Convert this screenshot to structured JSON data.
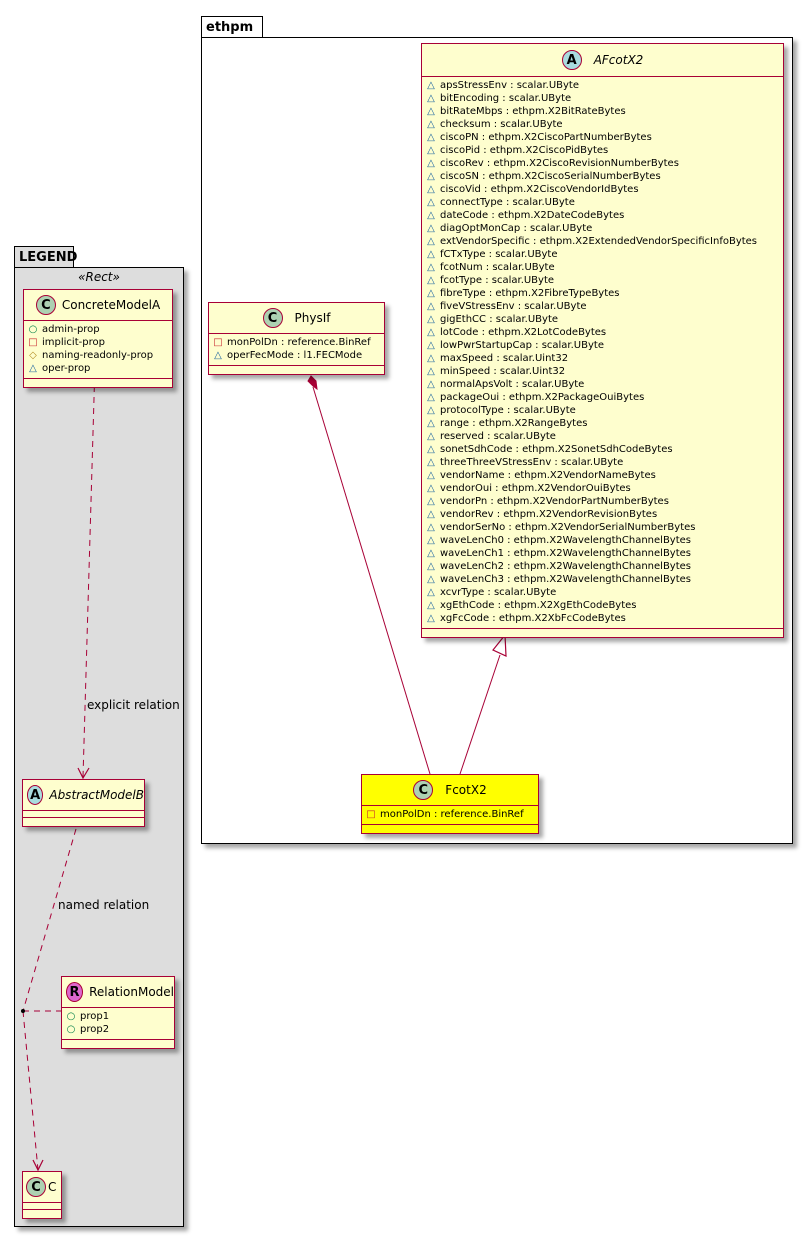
{
  "legend": {
    "package_name": "LEGEND",
    "stereotype": "«Rect»",
    "concrete_model": {
      "kind": "C",
      "name": "ConcreteModelA",
      "attributes": [
        {
          "visibility": "public",
          "symbol": "○",
          "text": "admin-prop"
        },
        {
          "visibility": "private",
          "symbol": "□",
          "text": "implicit-prop"
        },
        {
          "visibility": "protected",
          "symbol": "◇",
          "text": "naming-readonly-prop"
        },
        {
          "visibility": "package",
          "symbol": "△",
          "text": "oper-prop"
        }
      ]
    },
    "abstract_model": {
      "kind": "A",
      "name": "AbstractModelB"
    },
    "relation_model": {
      "kind": "R",
      "name": "RelationModel",
      "attributes": [
        {
          "visibility": "public",
          "symbol": "○",
          "text": "prop1"
        },
        {
          "visibility": "public",
          "symbol": "○",
          "text": "prop2"
        }
      ]
    },
    "class_c": {
      "kind": "C",
      "name": "C"
    },
    "explicit_relation_label": "explicit relation",
    "named_relation_label": "named relation"
  },
  "ethpm": {
    "package_name": "ethpm",
    "physif": {
      "kind": "C",
      "name": "PhysIf",
      "attributes": [
        {
          "visibility": "private",
          "symbol": "□",
          "text": "monPolDn : reference.BinRef"
        },
        {
          "visibility": "package",
          "symbol": "△",
          "text": "operFecMode : l1.FECMode"
        }
      ]
    },
    "afcotx2": {
      "kind": "A",
      "name": "AFcotX2",
      "attributes": [
        {
          "visibility": "package",
          "symbol": "△",
          "text": "apsStressEnv : scalar.UByte"
        },
        {
          "visibility": "package",
          "symbol": "△",
          "text": "bitEncoding : scalar.UByte"
        },
        {
          "visibility": "package",
          "symbol": "△",
          "text": "bitRateMbps : ethpm.X2BitRateBytes"
        },
        {
          "visibility": "package",
          "symbol": "△",
          "text": "checksum : scalar.UByte"
        },
        {
          "visibility": "package",
          "symbol": "△",
          "text": "ciscoPN : ethpm.X2CiscoPartNumberBytes"
        },
        {
          "visibility": "package",
          "symbol": "△",
          "text": "ciscoPid : ethpm.X2CiscoPidBytes"
        },
        {
          "visibility": "package",
          "symbol": "△",
          "text": "ciscoRev : ethpm.X2CiscoRevisionNumberBytes"
        },
        {
          "visibility": "package",
          "symbol": "△",
          "text": "ciscoSN : ethpm.X2CiscoSerialNumberBytes"
        },
        {
          "visibility": "package",
          "symbol": "△",
          "text": "ciscoVid : ethpm.X2CiscoVendorIdBytes"
        },
        {
          "visibility": "package",
          "symbol": "△",
          "text": "connectType : scalar.UByte"
        },
        {
          "visibility": "package",
          "symbol": "△",
          "text": "dateCode : ethpm.X2DateCodeBytes"
        },
        {
          "visibility": "package",
          "symbol": "△",
          "text": "diagOptMonCap : scalar.UByte"
        },
        {
          "visibility": "package",
          "symbol": "△",
          "text": "extVendorSpecific : ethpm.X2ExtendedVendorSpecificInfoBytes"
        },
        {
          "visibility": "package",
          "symbol": "△",
          "text": "fCTxType : scalar.UByte"
        },
        {
          "visibility": "package",
          "symbol": "△",
          "text": "fcotNum : scalar.UByte"
        },
        {
          "visibility": "package",
          "symbol": "△",
          "text": "fcotType : scalar.UByte"
        },
        {
          "visibility": "package",
          "symbol": "△",
          "text": "fibreType : ethpm.X2FibreTypeBytes"
        },
        {
          "visibility": "package",
          "symbol": "△",
          "text": "fiveVStressEnv : scalar.UByte"
        },
        {
          "visibility": "package",
          "symbol": "△",
          "text": "gigEthCC : scalar.UByte"
        },
        {
          "visibility": "package",
          "symbol": "△",
          "text": "lotCode : ethpm.X2LotCodeBytes"
        },
        {
          "visibility": "package",
          "symbol": "△",
          "text": "lowPwrStartupCap : scalar.UByte"
        },
        {
          "visibility": "package",
          "symbol": "△",
          "text": "maxSpeed : scalar.Uint32"
        },
        {
          "visibility": "package",
          "symbol": "△",
          "text": "minSpeed : scalar.Uint32"
        },
        {
          "visibility": "package",
          "symbol": "△",
          "text": "normalApsVolt : scalar.UByte"
        },
        {
          "visibility": "package",
          "symbol": "△",
          "text": "packageOui : ethpm.X2PackageOuiBytes"
        },
        {
          "visibility": "package",
          "symbol": "△",
          "text": "protocolType : scalar.UByte"
        },
        {
          "visibility": "package",
          "symbol": "△",
          "text": "range : ethpm.X2RangeBytes"
        },
        {
          "visibility": "package",
          "symbol": "△",
          "text": "reserved : scalar.UByte"
        },
        {
          "visibility": "package",
          "symbol": "△",
          "text": "sonetSdhCode : ethpm.X2SonetSdhCodeBytes"
        },
        {
          "visibility": "package",
          "symbol": "△",
          "text": "threeThreeVStressEnv : scalar.UByte"
        },
        {
          "visibility": "package",
          "symbol": "△",
          "text": "vendorName : ethpm.X2VendorNameBytes"
        },
        {
          "visibility": "package",
          "symbol": "△",
          "text": "vendorOui : ethpm.X2VendorOuiBytes"
        },
        {
          "visibility": "package",
          "symbol": "△",
          "text": "vendorPn : ethpm.X2VendorPartNumberBytes"
        },
        {
          "visibility": "package",
          "symbol": "△",
          "text": "vendorRev : ethpm.X2VendorRevisionBytes"
        },
        {
          "visibility": "package",
          "symbol": "△",
          "text": "vendorSerNo : ethpm.X2VendorSerialNumberBytes"
        },
        {
          "visibility": "package",
          "symbol": "△",
          "text": "waveLenCh0 : ethpm.X2WavelengthChannelBytes"
        },
        {
          "visibility": "package",
          "symbol": "△",
          "text": "waveLenCh1 : ethpm.X2WavelengthChannelBytes"
        },
        {
          "visibility": "package",
          "symbol": "△",
          "text": "waveLenCh2 : ethpm.X2WavelengthChannelBytes"
        },
        {
          "visibility": "package",
          "symbol": "△",
          "text": "waveLenCh3 : ethpm.X2WavelengthChannelBytes"
        },
        {
          "visibility": "package",
          "symbol": "△",
          "text": "xcvrType : scalar.UByte"
        },
        {
          "visibility": "package",
          "symbol": "△",
          "text": "xgEthCode : ethpm.X2XgEthCodeBytes"
        },
        {
          "visibility": "package",
          "symbol": "△",
          "text": "xgFcCode : ethpm.X2XbFcCodeBytes"
        }
      ]
    },
    "fcotx2": {
      "kind": "C",
      "name": "FcotX2",
      "highlighted": true,
      "attributes": [
        {
          "visibility": "private",
          "symbol": "□",
          "text": "monPolDn : reference.BinRef"
        }
      ]
    }
  },
  "colors": {
    "class_fill": "#fefece",
    "class_border": "#a80036",
    "highlight_fill": "#ffff00",
    "legend_bg": "#dddddd",
    "circle_class": "#add1b2",
    "circle_abstract": "#a9dcdf",
    "circle_relation": "#dd66cc"
  }
}
